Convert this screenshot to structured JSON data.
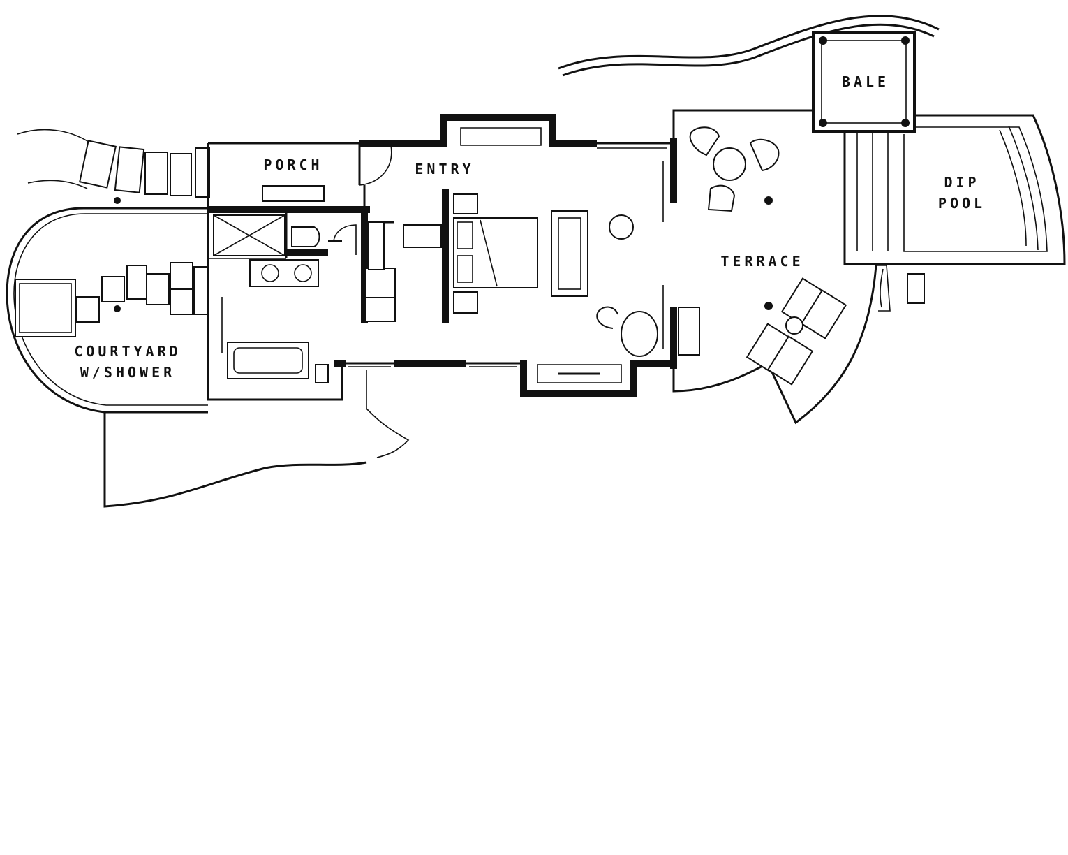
{
  "labels": {
    "porch": "PORCH",
    "entry": "ENTRY",
    "terrace": "TERRACE",
    "bale": "BALE",
    "dip_pool_line1": "DIP",
    "dip_pool_line2": "POOL",
    "courtyard_line1": "COURTYARD",
    "courtyard_line2": "W/SHOWER"
  },
  "colors": {
    "line": "#111111",
    "background": "#ffffff"
  }
}
